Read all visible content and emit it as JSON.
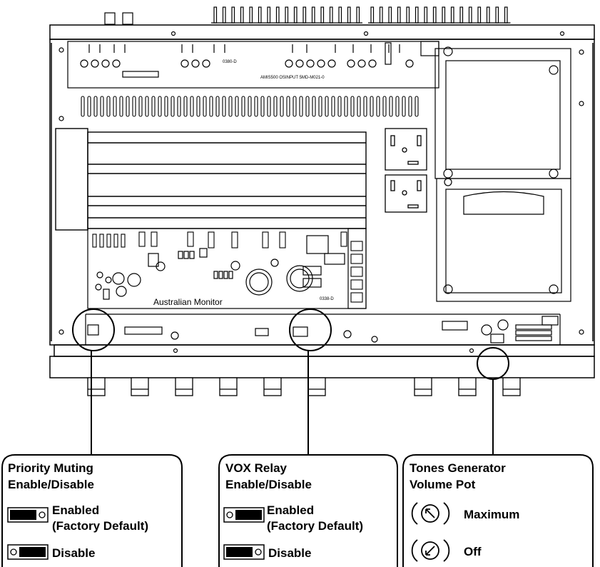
{
  "diagram": {
    "board_text": {
      "brand": "Australian Monitor",
      "input_board_code": "0380-D",
      "amp_board_code": "0338-D",
      "input_board_ref": "AMIS500 OSINPUT 5MD-M021-0"
    },
    "callouts": {
      "priority": {
        "title_line1": "Priority Muting",
        "title_line2": "Enable/Disable",
        "option1_line1": "Enabled",
        "option1_line2": "(Factory Default)",
        "option2": "Disable"
      },
      "vox": {
        "title_line1": "VOX Relay",
        "title_line2": "Enable/Disable",
        "option1_line1": "Enabled",
        "option1_line2": "(Factory Default)",
        "option2": "Disable"
      },
      "tones": {
        "title_line1": "Tones Generator",
        "title_line2": "Volume Pot",
        "option1": "Maximum",
        "option2": "Off"
      }
    },
    "icons": [
      "switch-enabled-icon",
      "switch-disabled-icon",
      "pot-max-icon",
      "pot-off-icon"
    ],
    "colors": {
      "line": "#000000",
      "background": "#ffffff"
    }
  }
}
